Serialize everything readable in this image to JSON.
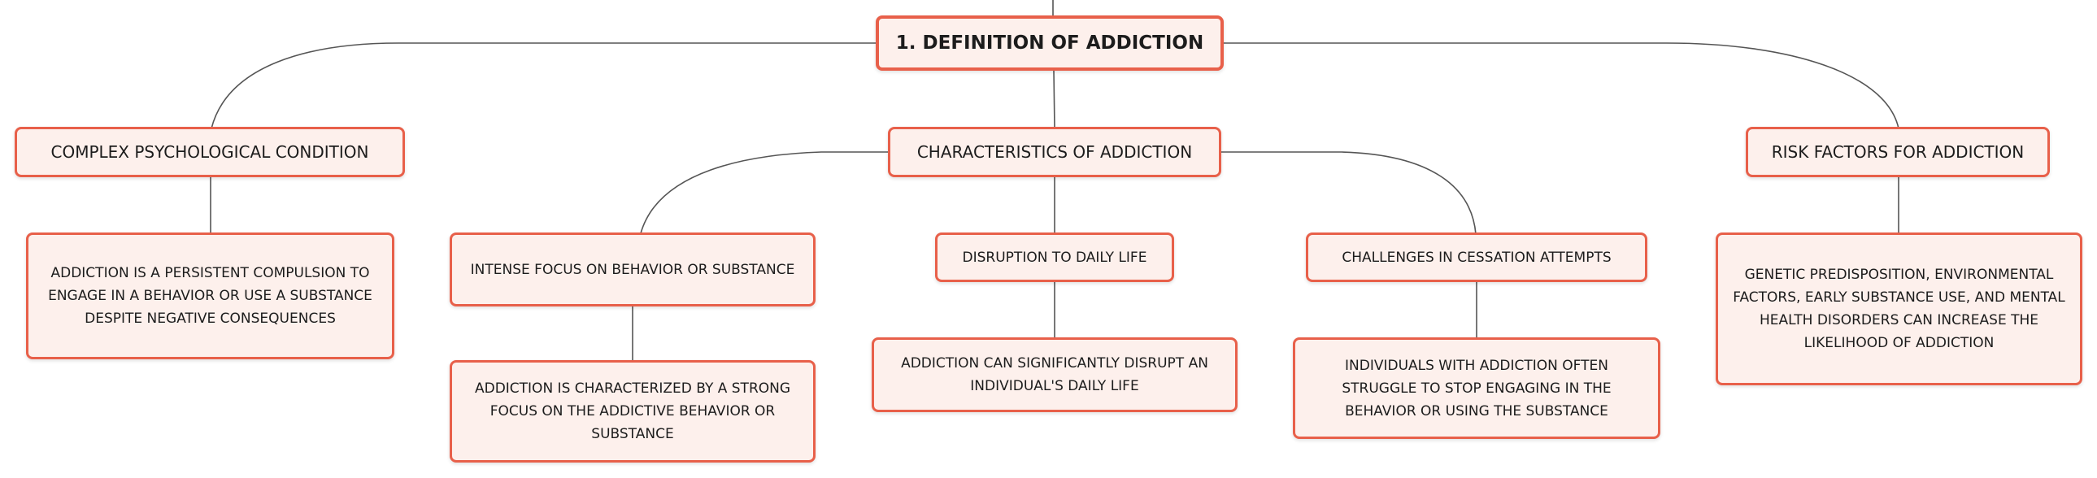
{
  "diagram": {
    "root": {
      "label": "1. DEFINITION OF ADDICTION"
    },
    "branches": [
      {
        "label": "COMPLEX PSYCHOLOGICAL CONDITION",
        "detail": "ADDICTION IS A PERSISTENT COMPULSION TO ENGAGE IN A BEHAVIOR OR USE A SUBSTANCE DESPITE NEGATIVE CONSEQUENCES"
      },
      {
        "label": "CHARACTERISTICS OF ADDICTION",
        "children": [
          {
            "label": "INTENSE FOCUS ON BEHAVIOR OR SUBSTANCE",
            "detail": "ADDICTION IS CHARACTERIZED BY A STRONG FOCUS ON THE ADDICTIVE BEHAVIOR OR SUBSTANCE"
          },
          {
            "label": "DISRUPTION TO DAILY LIFE",
            "detail": "ADDICTION CAN SIGNIFICANTLY DISRUPT AN INDIVIDUAL'S DAILY LIFE"
          },
          {
            "label": "CHALLENGES IN CESSATION ATTEMPTS",
            "detail": "INDIVIDUALS WITH ADDICTION OFTEN STRUGGLE TO STOP ENGAGING IN THE BEHAVIOR OR USING THE SUBSTANCE"
          }
        ]
      },
      {
        "label": "RISK FACTORS FOR ADDICTION",
        "detail": "GENETIC PREDISPOSITION, ENVIRONMENTAL FACTORS, EARLY SUBSTANCE USE, AND MENTAL HEALTH DISORDERS CAN INCREASE THE LIKELIHOOD OF ADDICTION"
      }
    ],
    "colors": {
      "node_border": "#e8604a",
      "node_fill": "#fdf0ec",
      "connector": "#555555",
      "text": "#1c1c1c"
    }
  }
}
